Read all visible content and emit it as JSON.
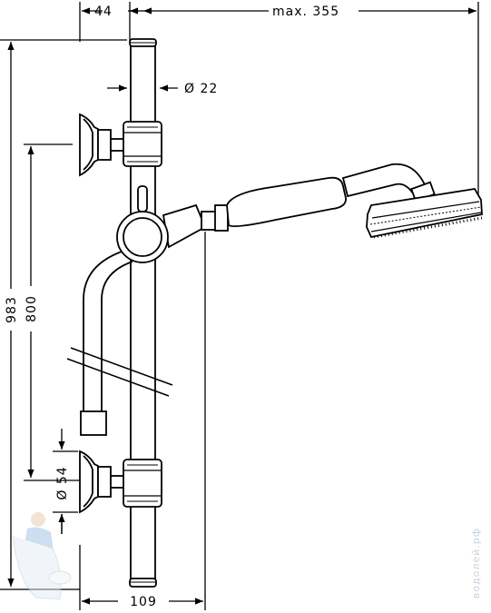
{
  "dimensions": {
    "wall_offset": "44",
    "max_reach": "max. 355",
    "rail_diameter": "Ø 22",
    "total_height": "983",
    "bracket_spacing": "800",
    "bracket_diameter": "Ø 54",
    "depth": "109"
  },
  "watermark": "водолей.рф",
  "colors": {
    "line": "#000000",
    "watermark": "#c9d3dc"
  }
}
